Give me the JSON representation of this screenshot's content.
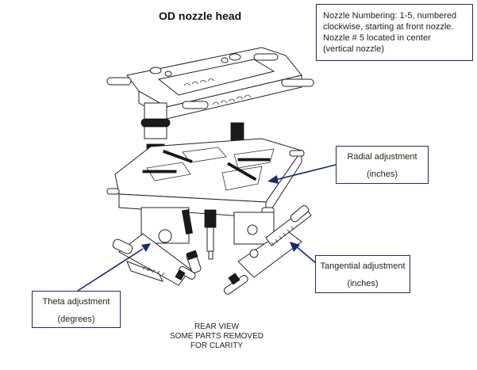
{
  "title": "OD nozzle head",
  "notes": {
    "lines": [
      "Nozzle Numbering: 1-5, numbered",
      "clockwise, starting at front nozzle.",
      "Nozzle # 5 located in center",
      "(vertical nozzle)"
    ]
  },
  "callouts": {
    "radial": {
      "label": "Radial adjustment",
      "unit": "(inches)"
    },
    "tangential": {
      "label": "Tangential adjustment",
      "unit": "(inches)"
    },
    "theta": {
      "label": "Theta adjustment",
      "unit": "(degrees)"
    }
  },
  "footnote": {
    "lines": [
      "REAR VIEW",
      "SOME PARTS REMOVED",
      "FOR CLARITY"
    ]
  },
  "colors": {
    "callout_border": "#1f2d5a",
    "arrow": "#1a2a6c",
    "line_art": "#222222"
  }
}
